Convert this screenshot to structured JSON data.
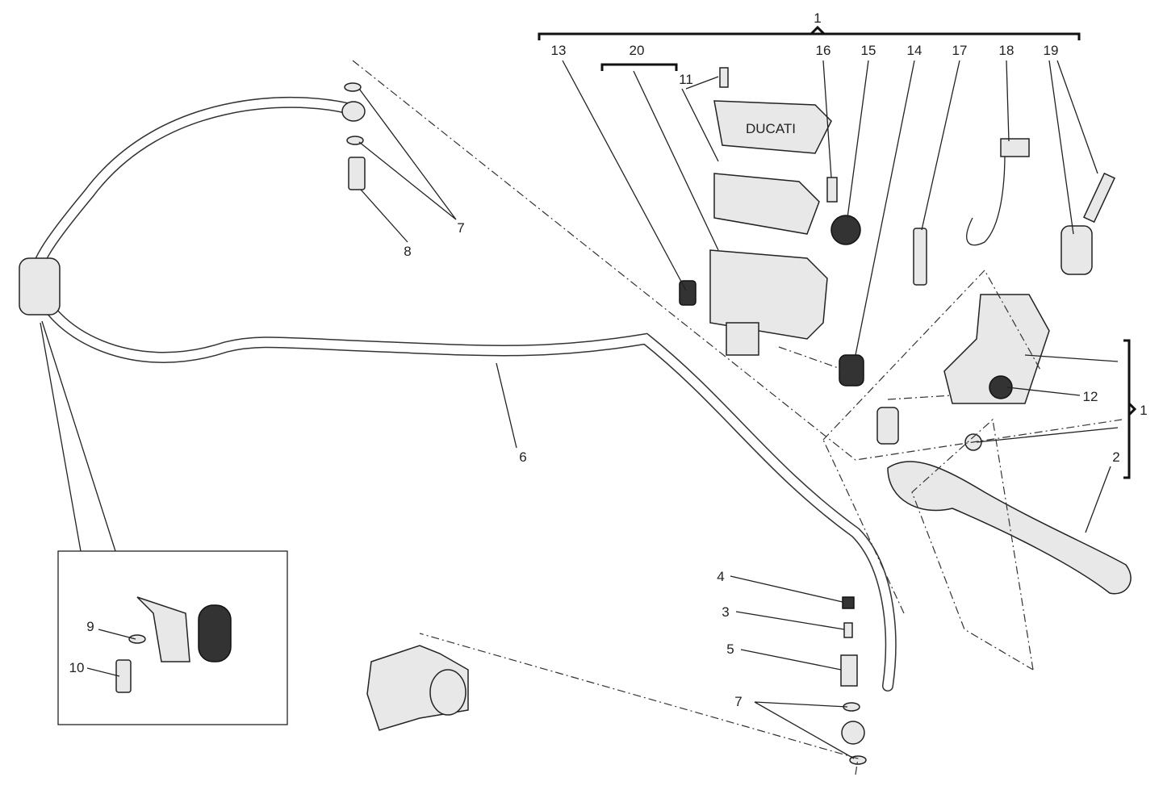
{
  "diagram": {
    "title": "Clutch master cylinder exploded view",
    "callouts": {
      "top_group": "1",
      "right_group": "1",
      "p2": "2",
      "p3": "3",
      "p4": "4",
      "p5": "5",
      "p6": "6",
      "p7_top": "7",
      "p7_bottom": "7",
      "p8": "8",
      "p9": "9",
      "p10": "10",
      "p11": "11",
      "p12": "12",
      "p13": "13",
      "p14": "14",
      "p15": "15",
      "p16": "16",
      "p17": "17",
      "p18": "18",
      "p19": "19",
      "p20": "20"
    },
    "reservoir_cap_logo": "DUCATI"
  }
}
